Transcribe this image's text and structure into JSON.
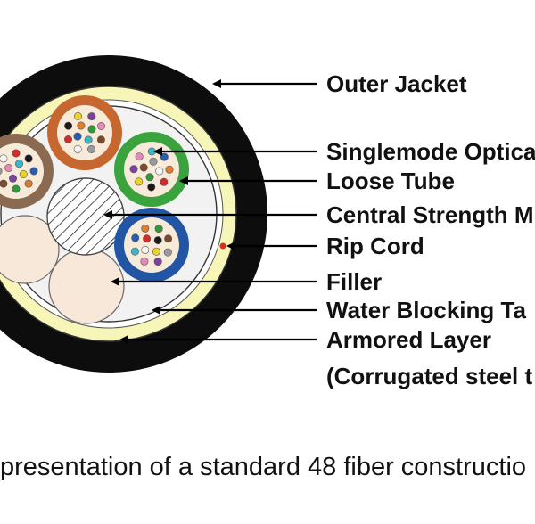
{
  "labels": {
    "outer_jacket": "Outer Jacket",
    "singlemode_optical": "Singlemode Optica",
    "loose_tube": "Loose Tube",
    "central_strength": "Central Strength M",
    "rip_cord": "Rip Cord",
    "filler": "Filler",
    "water_blocking": "Water Blocking Ta",
    "armored_layer": "Armored Layer",
    "corrugated": "(Corrugated steel t"
  },
  "caption": "presentation of a standard 48 fiber constructio",
  "colors": {
    "jacket": "#0d0d0d",
    "armor": "#f7f6b8",
    "core": "#f2f2f2",
    "tube_brown": "#8a6a50",
    "tube_orange": "#c5672f",
    "tube_green": "#3aa33d",
    "tube_blue": "#2255a4",
    "tube_fill": "#f8ead9",
    "filler": "#f8e8da",
    "rip_cord": "#d9301d"
  },
  "fiber_colors": [
    "#2a5db0",
    "#e07b2a",
    "#2f9a3a",
    "#7b4a2d",
    "#9b9b9b",
    "#f4f4f4",
    "#d62a2a",
    "#1a1a1a",
    "#e8d42a",
    "#7d3fa0",
    "#e58ab6",
    "#3ab6c8"
  ]
}
